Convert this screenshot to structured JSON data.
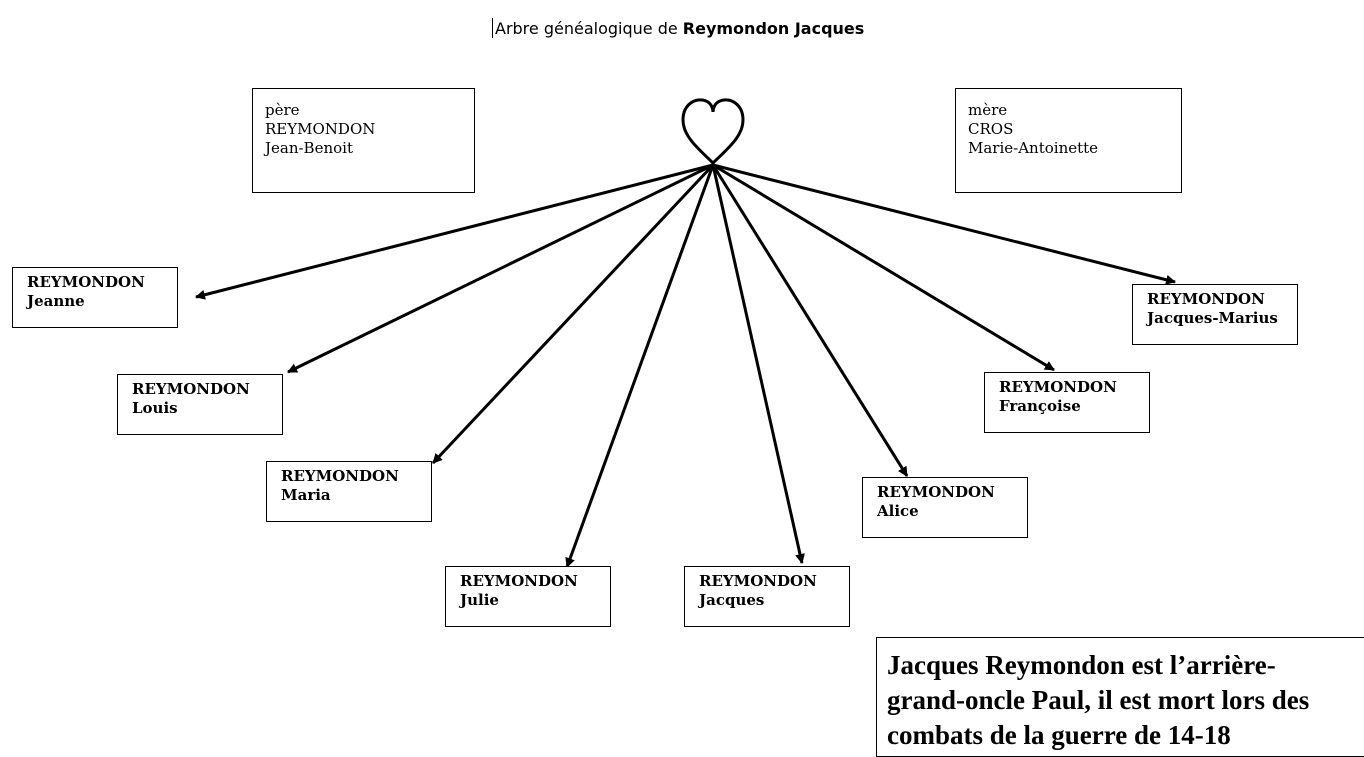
{
  "title": {
    "prefix": "Arbre généalogique de",
    "name": "Reymondon Jacques"
  },
  "parents": {
    "father": {
      "role": "père",
      "surname": "REYMONDON",
      "firstname": "Jean-Benoit"
    },
    "mother": {
      "role": "mère",
      "surname": "CROS",
      "firstname": "Marie-Antoinette"
    }
  },
  "children": [
    {
      "surname": "REYMONDON",
      "firstname": "Jeanne"
    },
    {
      "surname": "REYMONDON",
      "firstname": "Louis"
    },
    {
      "surname": "REYMONDON",
      "firstname": "Maria"
    },
    {
      "surname": "REYMONDON",
      "firstname": "Julie"
    },
    {
      "surname": "REYMONDON",
      "firstname": "Jacques"
    },
    {
      "surname": "REYMONDON",
      "firstname": "Alice"
    },
    {
      "surname": "REYMONDON",
      "firstname": "Françoise"
    },
    {
      "surname": "REYMONDON",
      "firstname": "Jacques-Marius"
    }
  ],
  "note": {
    "line1": "Jacques Reymondon est l’arrière-",
    "line2": "grand-oncle Paul, il est mort lors des",
    "line3": "combats de la guerre de 14-18"
  }
}
